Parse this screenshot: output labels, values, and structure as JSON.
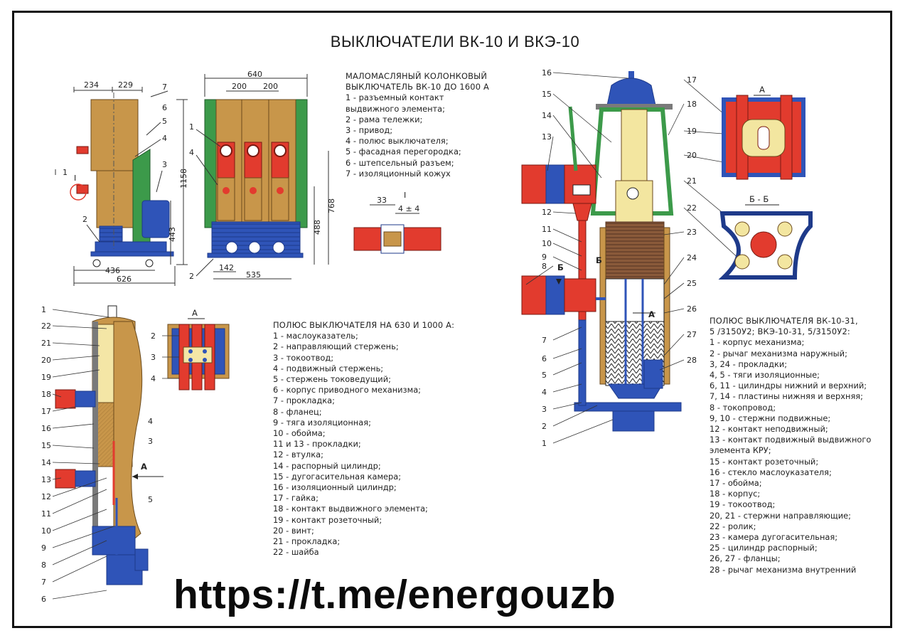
{
  "title": "ВЫКЛЮЧАТЕЛИ ВК-10 И ВКЭ-10",
  "legend1": {
    "heading": [
      "МАЛОМАСЛЯНЫЙ КОЛОНКОВЫЙ",
      "ВЫКЛЮЧАТЕЛЬ ВК-10 ДО 1600 А"
    ],
    "items": [
      "1 - разъемный контакт",
      "выдвижного элемента;",
      "2 - рама тележки;",
      "3 - привод;",
      "4 - полюс выключателя;",
      "5 - фасадная перегородка;",
      "6 - штепсельный разъем;",
      "7 - изоляционный кожух"
    ]
  },
  "legend2": {
    "heading": [
      "ПОЛЮС ВЫКЛЮЧАТЕЛЯ НА 630 И 1000 А:"
    ],
    "items": [
      "1 - маслоуказатель;",
      "2 - направляющий стержень;",
      "3 - токоотвод;",
      "4 - подвижный стержень;",
      "5 - стержень токоведущий;",
      "6 - корпус приводного механизма;",
      "7 - прокладка;",
      "8 - фланец;",
      "9 - тяга изоляционная;",
      "10 - обойма;",
      "11 и 13 - прокладки;",
      "12 - втулка;",
      "14 - распорный цилиндр;",
      "15 - дугогасительная камера;",
      "16 - изоляционный цилиндр;",
      "17 - гайка;",
      "18 - контакт выдвижного элемента;",
      "19 - контакт розеточный;",
      "20 - винт;",
      "21 - прокладка;",
      "22 - шайба"
    ]
  },
  "legend3": {
    "heading": [
      "ПОЛЮС ВЫКЛЮЧАТЕЛЯ ВК-10-31,",
      "5 /3150У2; ВКЭ-10-31, 5/3150У2:"
    ],
    "items": [
      "1 - корпус механизма;",
      "2 - рычаг механизма наружный;",
      "3, 24 - прокладки;",
      "4, 5 - тяги изоляционные;",
      "6, 11 - цилиндры нижний и верхний;",
      "7, 14 - пластины нижняя и верхняя;",
      "8 - токопровод;",
      "9, 10 - стержни подвижные;",
      "12 - контакт неподвижный;",
      "13 - контакт подвижный выдвижного",
      "элемента КРУ;",
      "15 - контакт розеточный;",
      "16 - стекло маслоуказателя;",
      "17 - обойма;",
      "18 - корпус;",
      "19 - токоотвод;",
      "20, 21 - стержни направляющие;",
      "22 - ролик;",
      "23 - камера дугогасительная;",
      "25 - цилиндр распорный;",
      "26, 27 - фланцы;",
      "28 - рычаг механизма внутренний"
    ]
  },
  "url": "https://t.me/energouzb",
  "drawing1": {
    "dims": {
      "d234": "234",
      "d229": "229",
      "d1158": "1158",
      "d443": "443",
      "d436": "436",
      "d626": "626"
    },
    "labels": {
      "l7": "7",
      "l6": "6",
      "l5": "5",
      "l4": "4",
      "l3": "3",
      "l1": "1",
      "l2": "2",
      "lI": "I"
    }
  },
  "drawing2": {
    "dims": {
      "d640": "640",
      "d200a": "200",
      "d200b": "200",
      "d488": "488",
      "d768": "768",
      "d142": "142",
      "d535": "535"
    },
    "labels": {
      "l1": "1",
      "l4": "4",
      "l2": "2"
    }
  },
  "detailI": {
    "label": "I",
    "d33": "33",
    "d4": "4 ± 4"
  },
  "pole1": {
    "left_labels": [
      "1",
      "22",
      "21",
      "20",
      "19",
      "18",
      "17",
      "16",
      "15",
      "14",
      "13",
      "12",
      "11",
      "10",
      "9",
      "8",
      "7",
      "6"
    ],
    "right_labels": {
      "l4": "4",
      "l3": "3",
      "l5": "5",
      "lA": "А"
    }
  },
  "sectionA1": {
    "title": "А",
    "labels": [
      "2",
      "3",
      "4"
    ]
  },
  "pole2": {
    "left_labels": [
      "16",
      "15",
      "14",
      "13",
      "12",
      "11",
      "10",
      "9",
      "8",
      "7",
      "6",
      "5",
      "4",
      "3",
      "2",
      "1"
    ],
    "right_labels": [
      "17",
      "18",
      "19",
      "20",
      "21",
      "22",
      "23",
      "24",
      "25",
      "26",
      "27",
      "28"
    ],
    "markers": {
      "b1": "Б",
      "b2": "Б",
      "a": "А"
    }
  },
  "sectionA2": {
    "title": "А"
  },
  "sectionBB": {
    "title": "Б - Б"
  },
  "colors": {
    "tan": "#C8964A",
    "red": "#E23B2E",
    "blue": "#2F54B8",
    "green": "#3C9A4A",
    "yellow": "#F3E6A0",
    "steel": "#7a7a7a"
  }
}
